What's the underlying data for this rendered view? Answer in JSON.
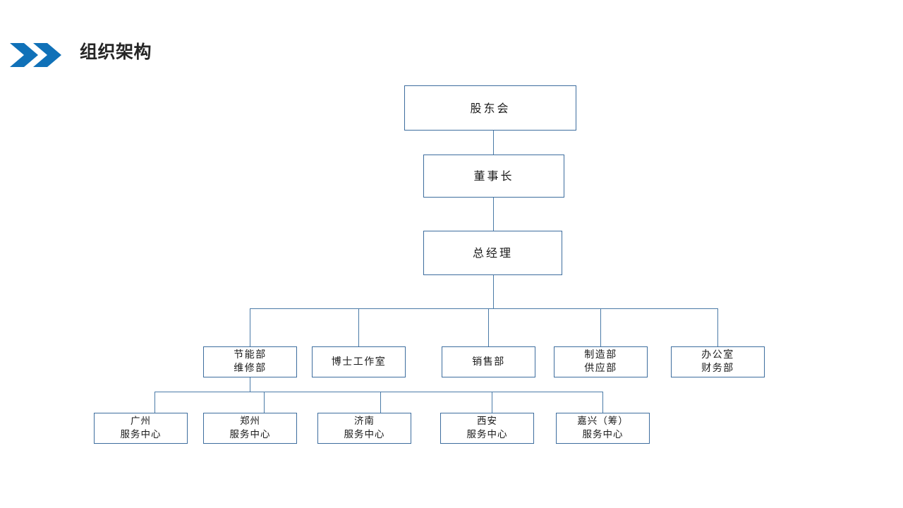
{
  "header": {
    "title": "组织架构",
    "icon": "double-chevron-right-icon",
    "accent_color": "#1071b8",
    "title_color": "#262626"
  },
  "theme": {
    "background": "#ffffff",
    "box_border": "#3d6d9e",
    "connector": "#4a7aa7",
    "text": "#1a1a1a"
  },
  "chart_data": {
    "type": "org-chart",
    "title": "组织架构",
    "levels": [
      {
        "level": 1,
        "nodes": [
          {
            "id": "shareholders",
            "lines": [
              "股东会"
            ]
          }
        ]
      },
      {
        "level": 2,
        "nodes": [
          {
            "id": "chairman",
            "lines": [
              "董事长"
            ]
          }
        ]
      },
      {
        "level": 3,
        "nodes": [
          {
            "id": "general-manager",
            "lines": [
              "总经理"
            ]
          }
        ]
      },
      {
        "level": 4,
        "nodes": [
          {
            "id": "energy-maintenance",
            "lines": [
              "节能部",
              "维修部"
            ]
          },
          {
            "id": "doctor-studio",
            "lines": [
              "博士工作室"
            ]
          },
          {
            "id": "sales",
            "lines": [
              "销售部"
            ]
          },
          {
            "id": "manufacturing-supply",
            "lines": [
              "制造部",
              "供应部"
            ]
          },
          {
            "id": "office-finance",
            "lines": [
              "办公室",
              "财务部"
            ]
          }
        ]
      },
      {
        "level": 5,
        "nodes": [
          {
            "id": "guangzhou",
            "lines": [
              "广州",
              "服务中心"
            ]
          },
          {
            "id": "zhengzhou",
            "lines": [
              "郑州",
              "服务中心"
            ]
          },
          {
            "id": "jinan",
            "lines": [
              "济南",
              "服务中心"
            ]
          },
          {
            "id": "xian",
            "lines": [
              "西安",
              "服务中心"
            ]
          },
          {
            "id": "jiaxing",
            "lines": [
              "嘉兴（筹）",
              "服务中心"
            ]
          }
        ]
      }
    ],
    "edges": [
      {
        "from": "shareholders",
        "to": "chairman"
      },
      {
        "from": "chairman",
        "to": "general-manager"
      },
      {
        "from": "general-manager",
        "to": "energy-maintenance"
      },
      {
        "from": "general-manager",
        "to": "doctor-studio"
      },
      {
        "from": "general-manager",
        "to": "sales"
      },
      {
        "from": "general-manager",
        "to": "manufacturing-supply"
      },
      {
        "from": "general-manager",
        "to": "office-finance"
      },
      {
        "from": "energy-maintenance",
        "to": "guangzhou"
      },
      {
        "from": "energy-maintenance",
        "to": "zhengzhou"
      },
      {
        "from": "energy-maintenance",
        "to": "jinan"
      },
      {
        "from": "energy-maintenance",
        "to": "xian"
      },
      {
        "from": "energy-maintenance",
        "to": "jiaxing"
      }
    ]
  }
}
